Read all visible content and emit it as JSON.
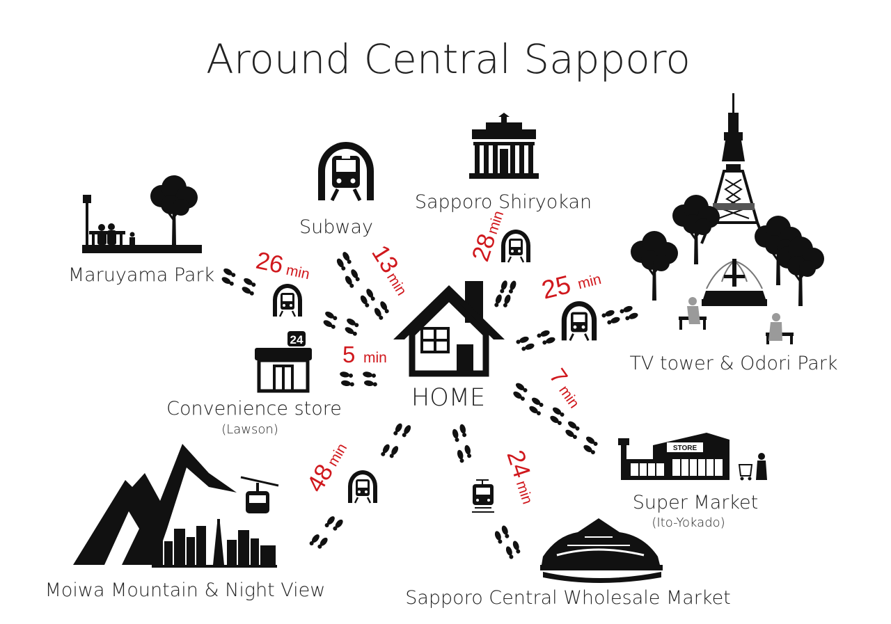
{
  "title": "Around Central Sapporo",
  "home": {
    "label": "HOME"
  },
  "colors": {
    "ink": "#111111",
    "text": "#222222",
    "time": "#d0181d",
    "gray": "#9a9a9a"
  },
  "places": {
    "maruyama": {
      "name": "Maruyama Park",
      "icon": "park-icon"
    },
    "subway": {
      "name": "Subway",
      "icon": "subway-icon"
    },
    "shiryokan": {
      "name": "Sapporo Shiryokan",
      "icon": "museum-building-icon"
    },
    "tv_tower": {
      "name": "TV tower & Odori Park",
      "icon": "tv-tower-icon"
    },
    "convenience": {
      "name": "Convenience store",
      "note": "(Lawson)",
      "badge": "24",
      "icon": "convenience-store-icon"
    },
    "supermarket": {
      "name": "Super Market",
      "note": "(Ito-Yokado)",
      "sign": "STORE",
      "icon": "supermarket-icon"
    },
    "wholesale": {
      "name": "Sapporo Central Wholesale Market",
      "icon": "market-hall-icon"
    },
    "moiwa": {
      "name": "Moiwa Mountain & Night View",
      "icon": "mountain-ropeway-icon"
    }
  },
  "times": {
    "maruyama": {
      "value": "26",
      "unit": "min"
    },
    "subway": {
      "value": "13",
      "unit": "min"
    },
    "shiryokan": {
      "value": "28",
      "unit": "min"
    },
    "tv_tower": {
      "value": "25",
      "unit": "min"
    },
    "convenience": {
      "value": "5",
      "unit": "min"
    },
    "supermarket": {
      "value": "7",
      "unit": "min"
    },
    "wholesale": {
      "value": "24",
      "unit": "min"
    },
    "moiwa": {
      "value": "48",
      "unit": "min"
    }
  }
}
